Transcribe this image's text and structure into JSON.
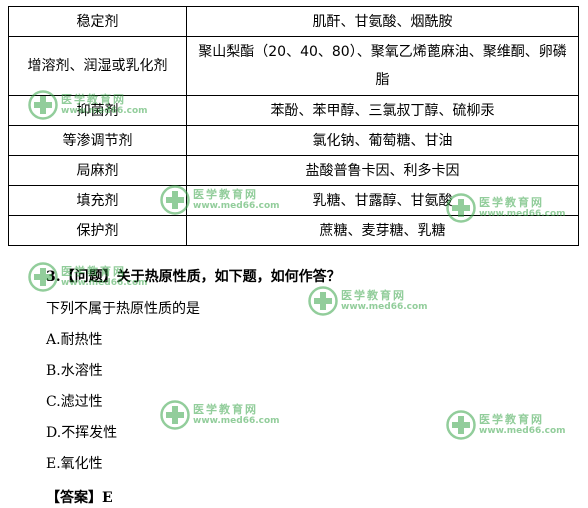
{
  "table": {
    "rows": [
      {
        "category": "稳定剂",
        "value": "肌酐、甘氨酸、烟酰胺"
      },
      {
        "category": "增溶剂、润湿或乳化剂",
        "value": "聚山梨酯（20、40、80）、聚氧乙烯蓖麻油、聚维酮、卵磷脂"
      },
      {
        "category": "抑菌剂",
        "value": "苯酚、苯甲醇、三氯叔丁醇、硫柳汞"
      },
      {
        "category": "等渗调节剂",
        "value": "氯化钠、葡萄糖、甘油"
      },
      {
        "category": "局麻剂",
        "value": "盐酸普鲁卡因、利多卡因"
      },
      {
        "category": "填充剂",
        "value": "乳糖、甘露醇、甘氨酸"
      },
      {
        "category": "保护剂",
        "value": "蔗糖、麦芽糖、乳糖"
      }
    ]
  },
  "question": {
    "title": "3.【问题】关于热原性质，如下题，如何作答？",
    "stem": "下列不属于热原性质的是",
    "options": [
      {
        "letter": "A.",
        "text": "耐热性"
      },
      {
        "letter": "B.",
        "text": "水溶性"
      },
      {
        "letter": "C.",
        "text": "滤过性"
      },
      {
        "letter": "D.",
        "text": "不挥发性"
      },
      {
        "letter": "E.",
        "text": "氧化性"
      }
    ],
    "answer": "【答案】E"
  },
  "watermark": {
    "name_cn": "医学教育网",
    "url": "www.med66.com",
    "color": "#3aa64a"
  }
}
